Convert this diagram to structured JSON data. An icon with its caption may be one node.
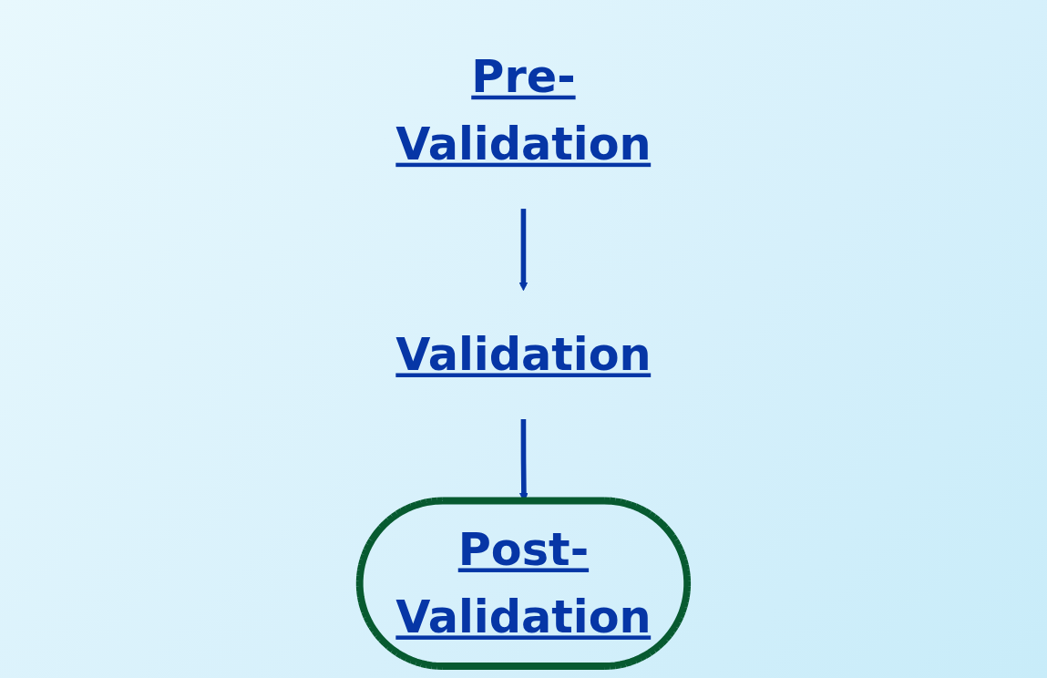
{
  "diagram": {
    "nodes": [
      {
        "text": [
          "Pre-Validation"
        ]
      },
      {
        "text": [
          "Validation"
        ]
      },
      {
        "text": [
          "Post-Validation"
        ]
      }
    ],
    "edges": [
      {
        "from": 0,
        "to": 1,
        "arrow": "to"
      },
      {
        "from": 1,
        "to": 2,
        "arrow": "to"
      }
    ]
  }
}
